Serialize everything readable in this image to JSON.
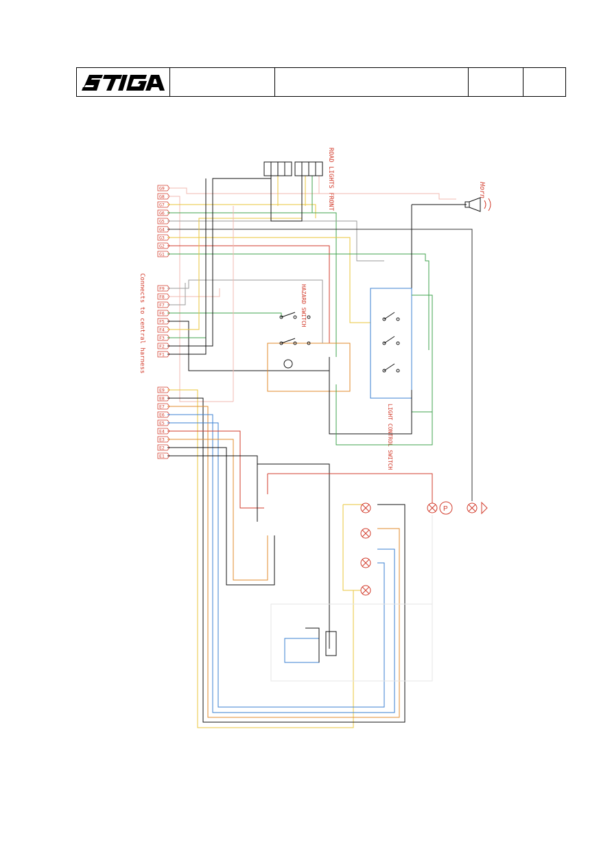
{
  "header": {
    "logo_text": "STIGA"
  },
  "diagram": {
    "left_label": "Connects to central harness",
    "title_road_lights": "ROAD LIGHTS FRONT",
    "title_horn": "Horn",
    "title_hazard": "HAZARD SWITCH",
    "title_light_control": "LIGHT CONTROL SWITCH",
    "connectors_G": [
      "G9",
      "G8",
      "G7",
      "G6",
      "G5",
      "G4",
      "G3",
      "G2",
      "G1"
    ],
    "connectors_F": [
      "F9",
      "F8",
      "F7",
      "F6",
      "F5",
      "F4",
      "F3",
      "F2",
      "F1"
    ],
    "connectors_E": [
      "E9",
      "E8",
      "E7",
      "E6",
      "E5",
      "E4",
      "E3",
      "E2",
      "E1"
    ],
    "colors": {
      "red": "#d23a2a",
      "black": "#111111",
      "green": "#3fa34d",
      "yellow": "#e8c53a",
      "orange": "#e08a2a",
      "blue": "#3a7fd2",
      "grey": "#9a9a9a",
      "brown": "#8a4a2a",
      "pink": "#f0b8b0"
    }
  }
}
